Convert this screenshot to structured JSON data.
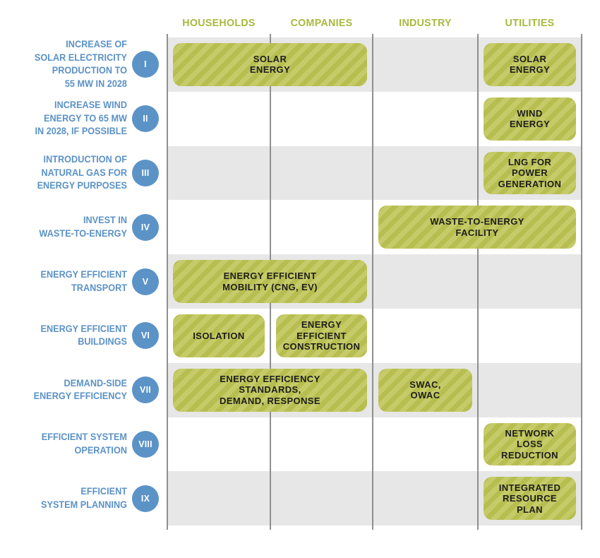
{
  "matrix": {
    "columns": [
      {
        "id": "households",
        "label": "HOUSEHOLDS"
      },
      {
        "id": "companies",
        "label": "COMPANIES"
      },
      {
        "id": "industry",
        "label": "INDUSTRY"
      },
      {
        "id": "utilities",
        "label": "UTILITIES"
      }
    ],
    "rows": [
      {
        "numeral": "I",
        "label": "INCREASE OF\nSOLAR ELECTRICITY\nPRODUCTION TO\n55 MW IN 2028",
        "badges": [
          {
            "text": "SOLAR\nENERGY",
            "from": "households",
            "to": "companies"
          },
          {
            "text": "SOLAR\nENERGY",
            "from": "utilities",
            "to": "utilities"
          }
        ]
      },
      {
        "numeral": "II",
        "label": "INCREASE WIND\nENERGY  TO 65 MW\nIN 2028, IF POSSIBLE",
        "badges": [
          {
            "text": "WIND\nENERGY",
            "from": "utilities",
            "to": "utilities"
          }
        ]
      },
      {
        "numeral": "III",
        "label": "INTRODUCTION OF\nNATURAL GAS FOR\nENERGY PURPOSES",
        "badges": [
          {
            "text": "LNG FOR\nPOWER\nGENERATION",
            "from": "utilities",
            "to": "utilities"
          }
        ]
      },
      {
        "numeral": "IV",
        "label": "INVEST IN\nWASTE-TO-ENERGY",
        "badges": [
          {
            "text": "WASTE-TO-ENERGY\nFACILITY",
            "from": "industry",
            "to": "utilities"
          }
        ]
      },
      {
        "numeral": "V",
        "label": "ENERGY EFFICIENT\nTRANSPORT",
        "badges": [
          {
            "text": "ENERGY EFFICIENT\nMOBILITY (CNG, EV)",
            "from": "households",
            "to": "companies"
          }
        ]
      },
      {
        "numeral": "VI",
        "label": "ENERGY EFFICIENT\nBUILDINGS",
        "badges": [
          {
            "text": "ISOLATION",
            "from": "households",
            "to": "households"
          },
          {
            "text": "ENERGY\nEFFICIENT\nCONSTRUCTION",
            "from": "companies",
            "to": "companies"
          }
        ]
      },
      {
        "numeral": "VII",
        "label": "DEMAND-SIDE\nENERGY EFFICIENCY",
        "badges": [
          {
            "text": "ENERGY EFFICIENCY\nSTANDARDS,\nDEMAND, RESPONSE",
            "from": "households",
            "to": "companies"
          },
          {
            "text": "SWAC,\nOWAC",
            "from": "industry",
            "to": "industry"
          }
        ]
      },
      {
        "numeral": "VIII",
        "label": "EFFICIENT SYSTEM\nOPERATION",
        "badges": [
          {
            "text": "NETWORK\nLOSS\nREDUCTION",
            "from": "utilities",
            "to": "utilities"
          }
        ]
      },
      {
        "numeral": "IX",
        "label": "EFFICIENT\nSYSTEM PLANNING",
        "badges": [
          {
            "text": "INTEGRATED\nRESOURCE\nPLAN",
            "from": "utilities",
            "to": "utilities"
          }
        ]
      }
    ]
  },
  "colors": {
    "header_text": "#a9b93e",
    "row_label_text": "#5b92c6",
    "numeral_circle": "#5b93c7",
    "numeral_text": "#ffffff",
    "badge_stripe_dark": "#b7be50",
    "badge_stripe_light": "#c6cb69",
    "badge_text": "#1d1d1b",
    "band_gray": "#e7e7e7",
    "grid_line": "#8f8f8f"
  }
}
